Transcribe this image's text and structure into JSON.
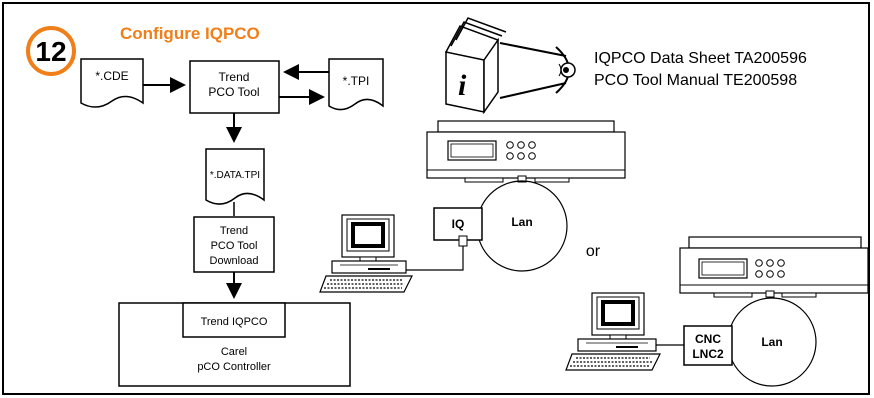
{
  "step_number": "12",
  "title": "Configure IQPCO",
  "accent_color": "#f07f1a",
  "references": {
    "line1": "IQPCO Data Sheet TA200596",
    "line2": "PCO Tool Manual TE200598",
    "icon": "info-booklet-icon"
  },
  "files": {
    "cde": "*.CDE",
    "tpi": "*.TPI",
    "data_tpi": "*.DATA.TPI"
  },
  "tool": {
    "line1": "Trend",
    "line2": "PCO Tool"
  },
  "download": {
    "line1": "Trend",
    "line2": "PCO Tool",
    "line3": "Download"
  },
  "controller": {
    "module": "Trend IQPCO",
    "line1": "Carel",
    "line2": "pCO Controller"
  },
  "network_iq": {
    "device": "IQ",
    "lan": "Lan"
  },
  "or_text": "or",
  "network_cnc": {
    "device_line1": "CNC",
    "device_line2": "LNC2",
    "lan": "Lan"
  }
}
